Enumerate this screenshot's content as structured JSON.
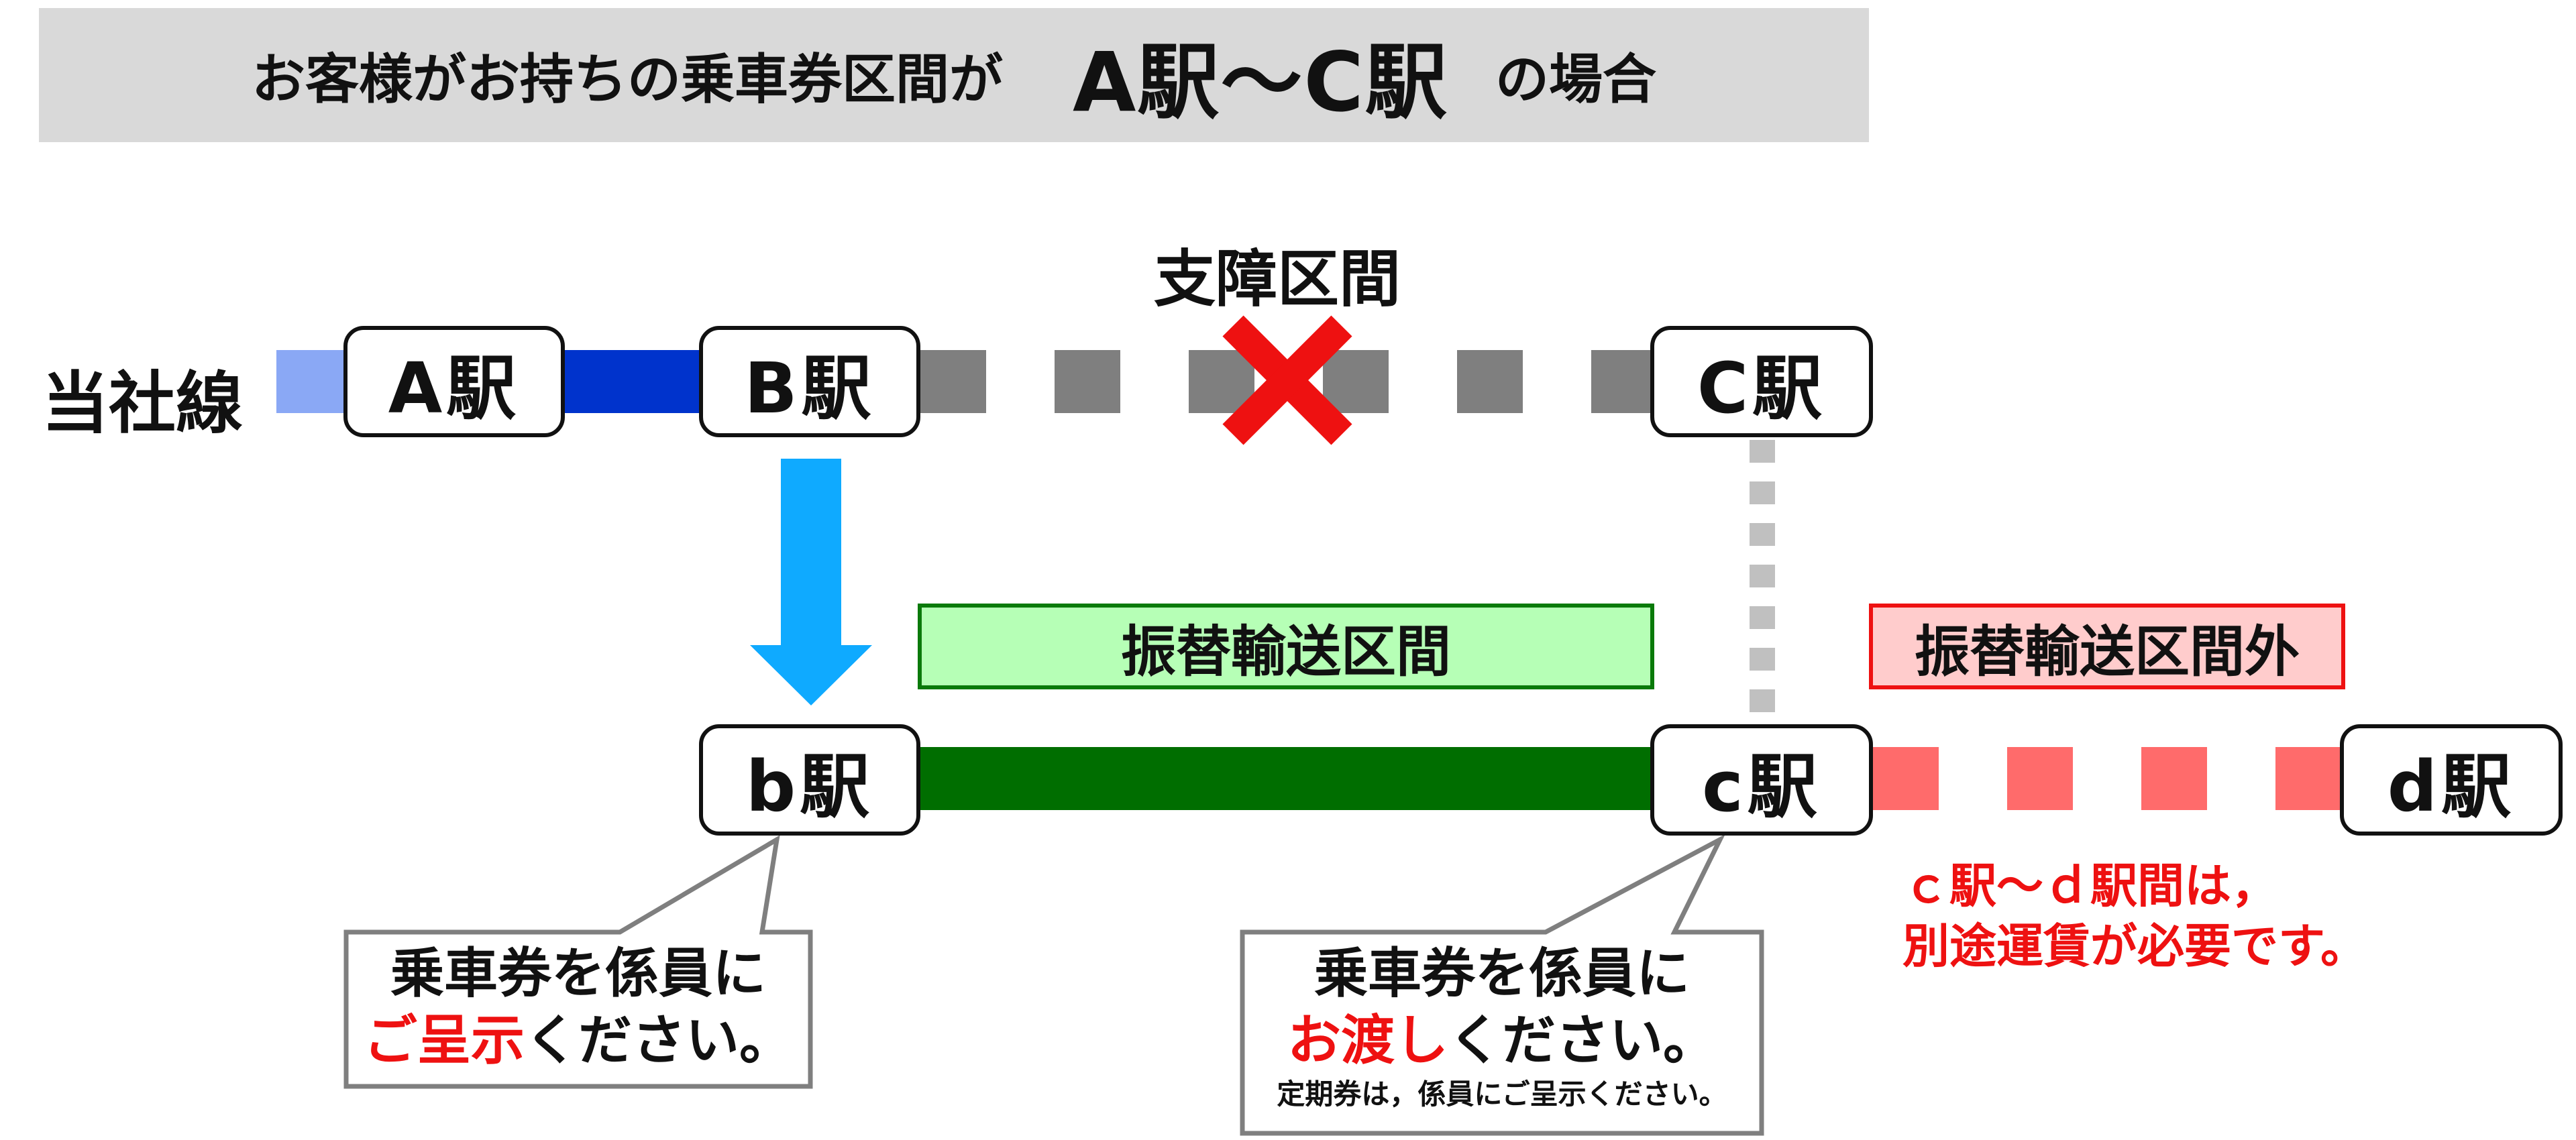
{
  "header": {
    "prefix": "お客様がお持ちの乗車券区間が",
    "route": "A駅～C駅",
    "suffix": "の場合"
  },
  "line_label": "当社線",
  "blockage_label": "支障区間",
  "stations": {
    "A": "A駅",
    "B": "B駅",
    "C": "C駅",
    "b": "b駅",
    "c": "c駅",
    "d": "d駅"
  },
  "transfer_section_label": "振替輸送区間",
  "outside_section_label": "振替輸送区間外",
  "callout_b": {
    "line1": "乗車券を係員に",
    "line2_red": "ご呈示",
    "line2_rest": "ください。"
  },
  "callout_c": {
    "line1": "乗車券を係員に",
    "line2_red": "お渡し",
    "line2_rest": "ください。",
    "note": "定期券は，係員にご呈示ください。"
  },
  "fare_note": {
    "line1": "ｃ駅～ｄ駅間は，",
    "line2": "別途運賃が必要です。"
  },
  "colors": {
    "header_bg": "#d9d9d9",
    "line_light_blue": "#8aa8f5",
    "line_blue": "#0033cc",
    "blocked_gray": "#7f7f7f",
    "cross_red": "#ee1111",
    "arrow_cyan": "#0faaff",
    "connector_gray": "#c0c0c0",
    "transfer_green": "#006e00",
    "transfer_box_fill": "#b6ffb6",
    "transfer_box_border": "#0a7a0a",
    "outside_pink": "#ff6b6b",
    "outside_box_fill": "#ffcccc",
    "outside_box_border": "#ee1111",
    "callout_border": "#7f7f7f",
    "accent_red": "#ee1111"
  }
}
